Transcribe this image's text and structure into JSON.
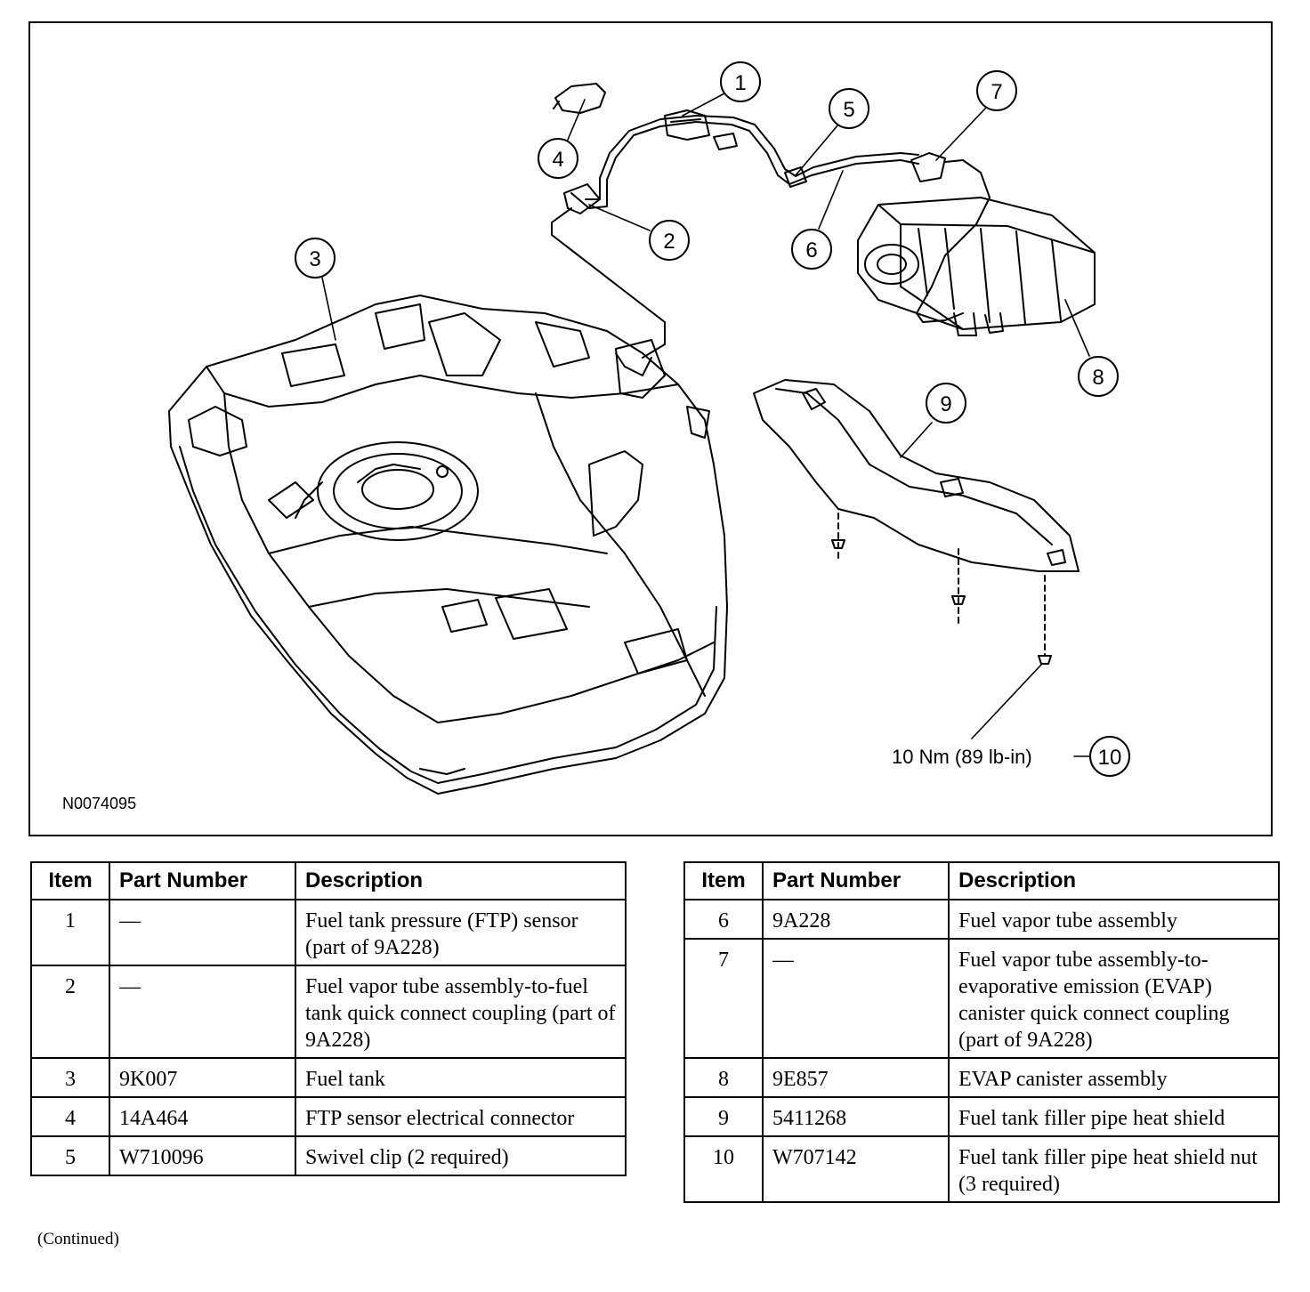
{
  "figure": {
    "ref_code": "N0074095",
    "torque_label": "10 Nm (89 lb-in)",
    "callouts": [
      "1",
      "2",
      "3",
      "4",
      "5",
      "6",
      "7",
      "8",
      "9",
      "10"
    ]
  },
  "tables": {
    "headers": {
      "item": "Item",
      "part": "Part Number",
      "desc": "Description"
    },
    "left": [
      {
        "item": "1",
        "part": "—",
        "desc": "Fuel tank pressure (FTP) sensor (part of 9A228)"
      },
      {
        "item": "2",
        "part": "—",
        "desc": "Fuel vapor tube assembly-to-fuel tank quick connect coupling (part of 9A228)"
      },
      {
        "item": "3",
        "part": "9K007",
        "desc": "Fuel tank"
      },
      {
        "item": "4",
        "part": "14A464",
        "desc": "FTP sensor electrical connector"
      },
      {
        "item": "5",
        "part": "W710096",
        "desc": "Swivel clip (2 required)"
      }
    ],
    "right": [
      {
        "item": "6",
        "part": "9A228",
        "desc": "Fuel vapor tube assembly"
      },
      {
        "item": "7",
        "part": "—",
        "desc": "Fuel vapor tube assembly-to-evaporative emission (EVAP) canister quick connect coupling (part of 9A228)"
      },
      {
        "item": "8",
        "part": "9E857",
        "desc": "EVAP canister assembly"
      },
      {
        "item": "9",
        "part": "5411268",
        "desc": "Fuel tank filler pipe heat shield"
      },
      {
        "item": "10",
        "part": "W707142",
        "desc": "Fuel tank filler pipe heat shield nut (3 required)"
      }
    ],
    "continued_note": "(Continued)"
  }
}
